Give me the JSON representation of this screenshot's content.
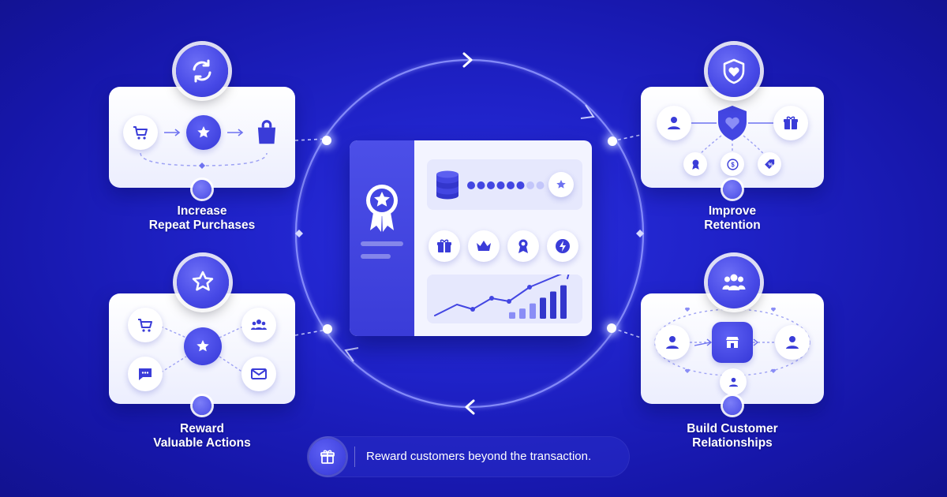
{
  "benefits": {
    "top_left": {
      "line1": "Increase",
      "line2": "Repeat Purchases"
    },
    "top_right": {
      "line1": "Improve",
      "line2": "Retention"
    },
    "bottom_left": {
      "line1": "Reward",
      "line2": "Valuable Actions"
    },
    "bottom_right": {
      "line1": "Build Customer",
      "line2": "Relationships"
    }
  },
  "tagline": "Reward customers beyond the transaction.",
  "icons": {
    "top_left_badge": "refresh-icon",
    "top_right_badge": "shield-heart-icon",
    "bottom_left_badge": "star-icon",
    "bottom_right_badge": "group-icon",
    "tagline": "gift-icon"
  },
  "dashboard": {
    "progress_dots_filled": 6,
    "progress_dots_total": 8,
    "bar_levels": [
      0.18,
      0.28,
      0.42,
      0.58,
      0.75,
      0.92
    ]
  },
  "colors": {
    "background": "#1f22c8",
    "accent": "#4648e6",
    "card": "#ffffff"
  }
}
